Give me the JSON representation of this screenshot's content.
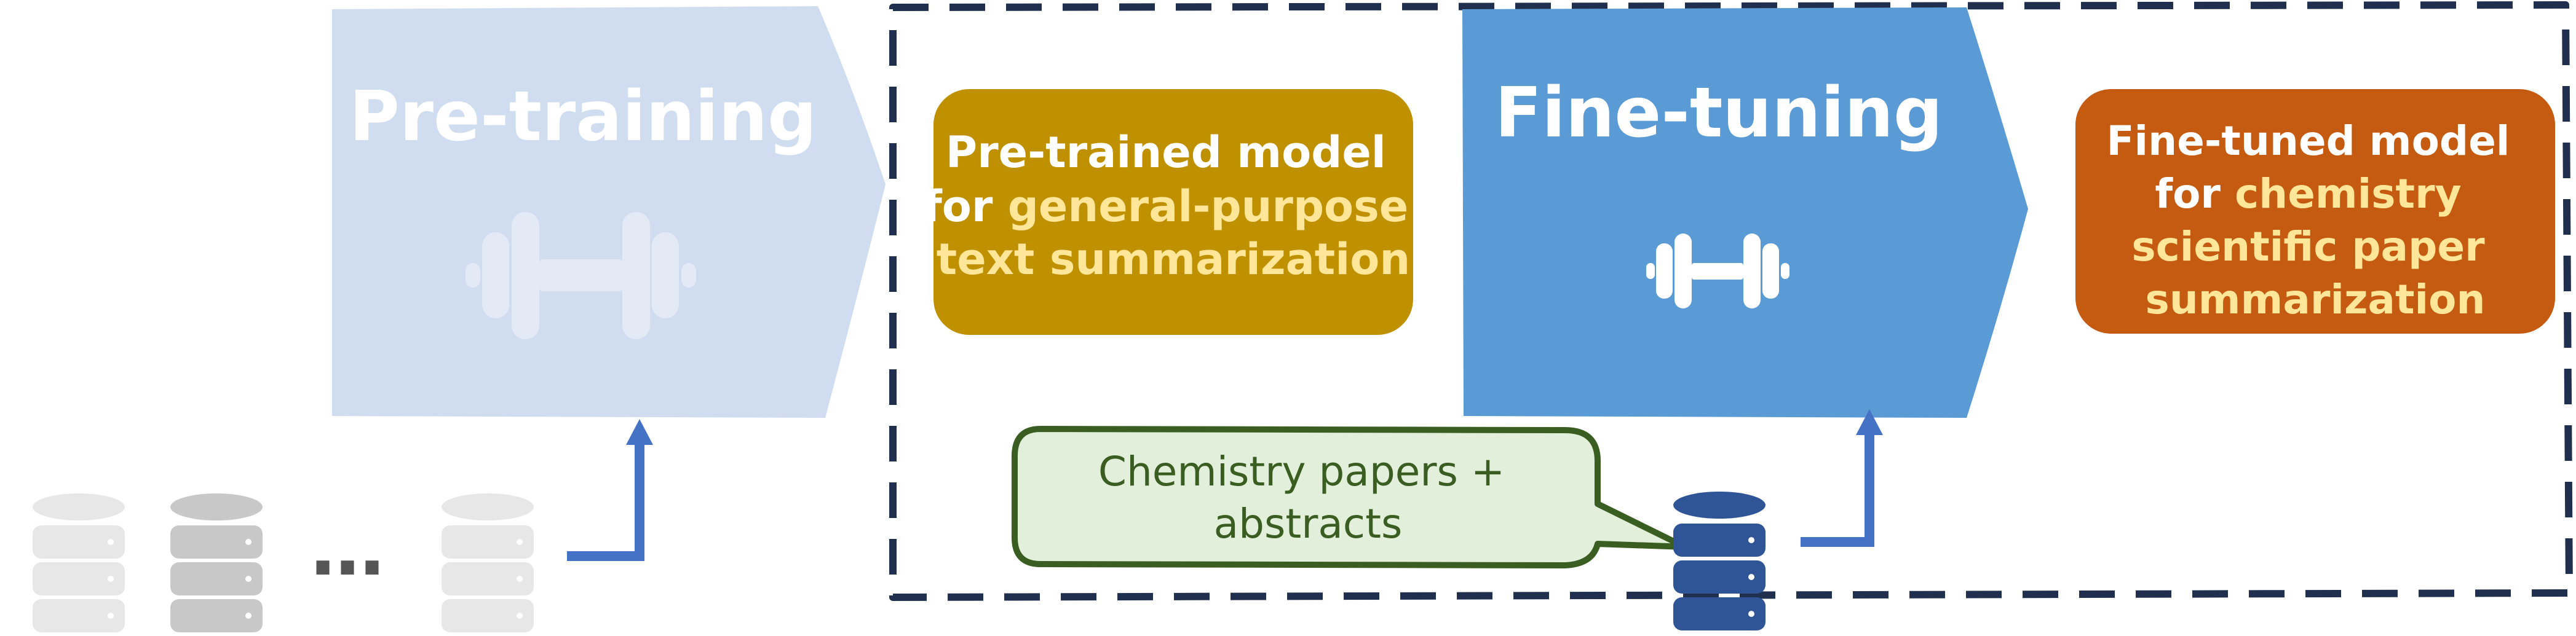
{
  "pretraining": {
    "title": "Pre-training",
    "icon": "dumbbell-icon"
  },
  "finetuning": {
    "title": "Fine-tuning",
    "icon": "dumbbell-icon"
  },
  "pretrained_model": {
    "line1": "Pre-trained model",
    "line2_prefix": "for ",
    "line2_highlight": "general-purpose",
    "line3": "text summarization"
  },
  "finetuned_model": {
    "line1": "Fine-tuned model",
    "line2_prefix": "for ",
    "line2_highlight": "chemistry",
    "line3": "scientific paper",
    "line4": "summarization"
  },
  "bubble": {
    "line1": "Chemistry papers +",
    "line2": "abstracts"
  },
  "ellipsis": "…",
  "colors": {
    "pretraining_fill": "#d0ddf1",
    "pretraining_icon": "#e3eaf5",
    "finetuning_fill": "#5b9bd5",
    "pretrained_box": "#bf9000",
    "finetuned_box": "#c55a11",
    "highlight_text": "#ffe699",
    "bubble_fill": "#e2efda",
    "bubble_stroke": "#3a5e22",
    "bubble_text": "#3a5e22",
    "dashed_border": "#1f2f4d",
    "arrow": "#4472c4",
    "db_light": "#e7e7e7",
    "db_mid": "#c8c8c8",
    "db_dark": "#2f5597"
  }
}
